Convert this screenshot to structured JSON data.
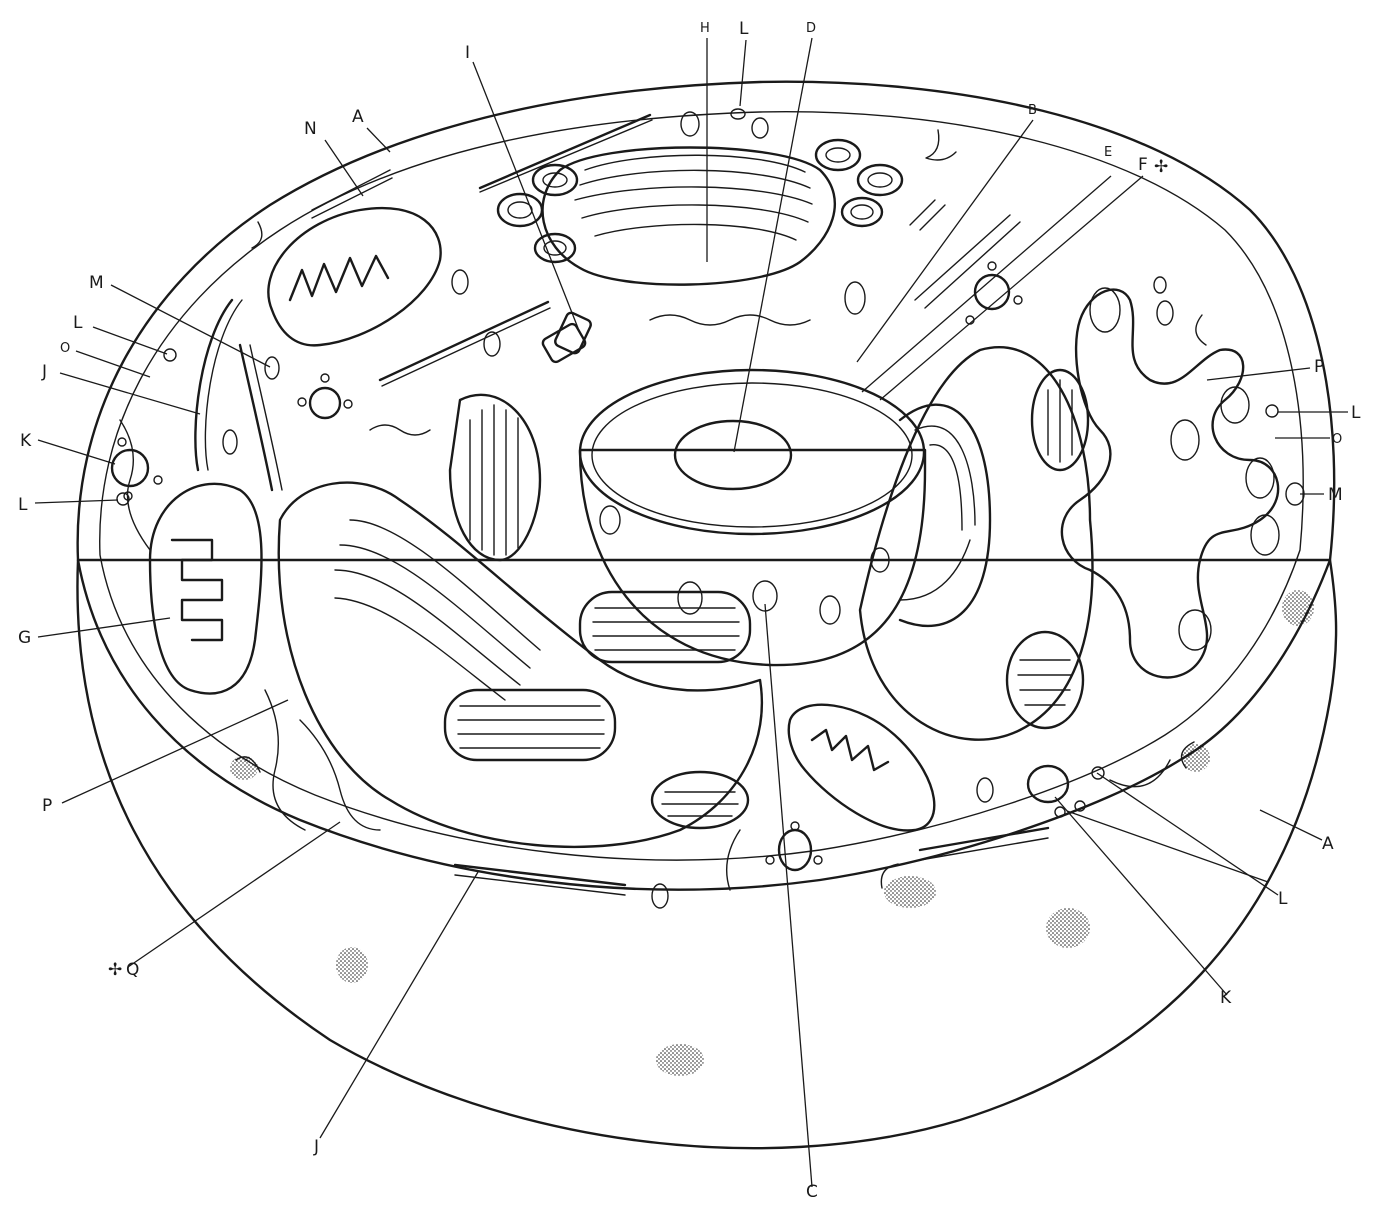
{
  "labels": {
    "A_top": "A",
    "A_right": "A",
    "B": "B",
    "C": "C",
    "D": "D",
    "E": "E",
    "F": "F",
    "G": "G",
    "H": "H",
    "I": "I",
    "J_left": "J",
    "J_bottom": "J",
    "K_left": "K",
    "K_bottom": "K",
    "L_top": "L",
    "L_left_upper": "L",
    "L_left_lower": "L",
    "L_right": "L",
    "L_bottom_right": "L",
    "M_left": "M",
    "M_right": "M",
    "N": "N",
    "O_left": "O",
    "O_right": "O",
    "P_left": "P",
    "P_right": "P",
    "Q": "Q"
  },
  "marks": {
    "cross": "✢"
  }
}
